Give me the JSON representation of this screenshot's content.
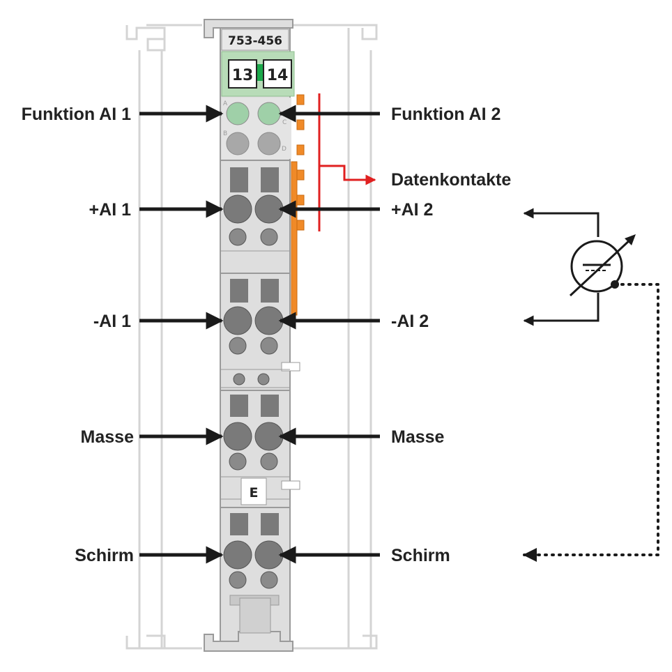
{
  "module": {
    "part_number": "753-456",
    "channel_left": "13",
    "channel_right": "14",
    "led_letters": [
      "A",
      "C",
      "B",
      "D"
    ],
    "marker_label": "E"
  },
  "labels": {
    "funktion_ai1": "Funktion AI 1",
    "funktion_ai2": "Funktion AI 2",
    "datenkontakte": "Datenkontakte",
    "plus_ai1": "+AI 1",
    "plus_ai2": "+AI 2",
    "minus_ai1": "-AI 1",
    "minus_ai2": "-AI 2",
    "masse_left": "Masse",
    "masse_right": "Masse",
    "schirm_left": "Schirm",
    "schirm_right": "Schirm"
  },
  "colors": {
    "module_body": "#dedede",
    "module_outline": "#9a9a9a",
    "led_panel": "#b8dcb8",
    "led_green": "#9fd0a8",
    "led_grey": "#a8a8a8",
    "terminal": "#7a7a7a",
    "data_contact": "#f08a28",
    "data_arrow": "#e02020",
    "arrow": "#1a1a1a",
    "ghost_rail": "#d4d4d4"
  }
}
